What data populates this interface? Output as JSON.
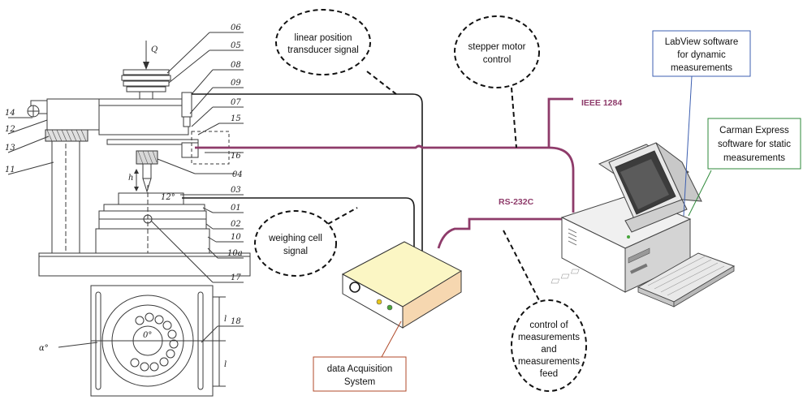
{
  "colors": {
    "bus": "#8e3b6a",
    "wire": "#1a1a1a",
    "labview_box": "#3d5fb0",
    "carman_box": "#2e8a3a",
    "das_box": "#b04a2a",
    "das_top": "#fbf6c4",
    "das_front": "#f6d7b0"
  },
  "bubbles": {
    "linear": [
      "linear position",
      "transducer signal"
    ],
    "stepper": [
      "stepper motor",
      "control"
    ],
    "weighing": [
      "weighing cell",
      "signal"
    ],
    "control": [
      "control of",
      "measurements",
      "and",
      "measurements",
      "feed"
    ]
  },
  "boxes": {
    "labview": [
      "LabView software",
      "for dynamic",
      "measurements"
    ],
    "carman": [
      "Carman Express",
      "software for static",
      "measurements"
    ],
    "das": [
      "data Acquisition",
      "System"
    ]
  },
  "buses": {
    "ieee": "IEEE 1284",
    "rs232": "RS-232C"
  },
  "drawing": {
    "force_label": "Q",
    "parts": {
      "p06": "06",
      "p05": "05",
      "p08": "08",
      "p09": "09",
      "p07": "07",
      "p15": "15",
      "p16": "16",
      "p04": "04",
      "p03": "03",
      "p01": "01",
      "p02": "02",
      "p10": "10",
      "p10a": "10a",
      "p17": "17",
      "p18": "18",
      "p14": "14",
      "p12": "12",
      "p13": "13",
      "p11": "11"
    },
    "h_label": "h",
    "angle_label": "12°",
    "alpha_label": "α°",
    "zero_label": "0°",
    "l_top": "l",
    "l_bottom": "l"
  }
}
